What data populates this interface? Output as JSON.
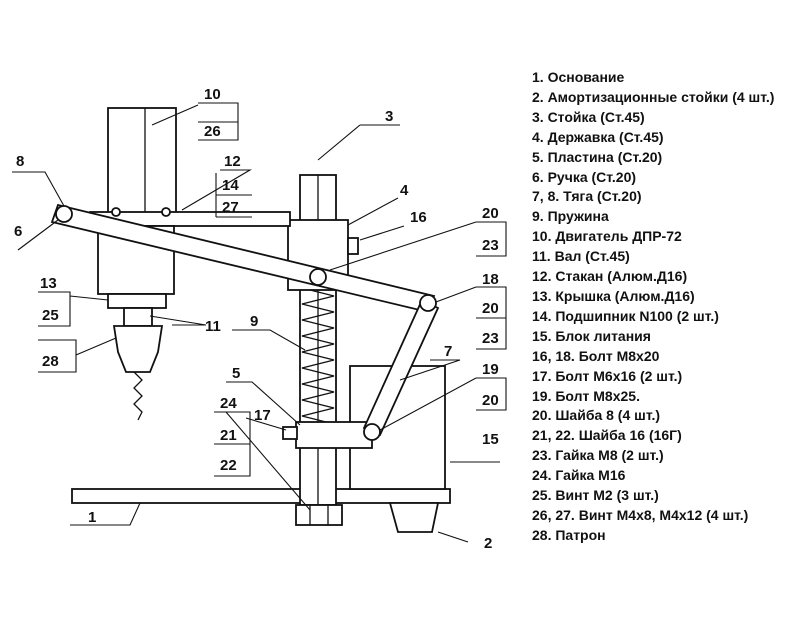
{
  "callouts": {
    "c1": "1",
    "c2": "2",
    "c3": "3",
    "c4": "4",
    "c5": "5",
    "c6": "6",
    "c7": "7",
    "c8": "8",
    "c9": "9",
    "c10": "10",
    "c11": "11",
    "c12": "12",
    "c13": "13",
    "c14": "14",
    "c15": "15",
    "c16": "16",
    "c17": "17",
    "c18": "18",
    "c19": "19",
    "c20a": "20",
    "c20b": "20",
    "c20c": "20",
    "c21": "21",
    "c22": "22",
    "c23a": "23",
    "c23b": "23",
    "c24": "24",
    "c25": "25",
    "c26": "26",
    "c27": "27",
    "c28": "28"
  },
  "legend": [
    "1. Основание",
    "2. Амортизационные стойки (4 шт.)",
    "3. Стойка (Ст.45)",
    "4. Державка (Ст.45)",
    "5. Пластина (Ст.20)",
    "6. Ручка (Ст.20)",
    "7, 8. Тяга (Ст.20)",
    "9. Пружина",
    "10. Двигатель ДПР-72",
    "11. Вал (Ст.45)",
    "12. Стакан (Алюм.Д16)",
    "13. Крышка (Алюм.Д16)",
    "14. Подшипник N100 (2 шт.)",
    "15. Блок литания",
    "16, 18. Болт М8х20",
    "17. Болт М6х16 (2 шт.)",
    "19. Болт М8х25.",
    "20. Шайба 8 (4 шт.)",
    "21, 22. Шайба 16 (16Г)",
    "23. Гайка М8 (2 шт.)",
    "24. Гайка М16",
    "25. Винт М2 (3 шт.)",
    "26, 27. Винт М4х8, М4х12 (4 шт.)",
    "28. Патрон"
  ]
}
